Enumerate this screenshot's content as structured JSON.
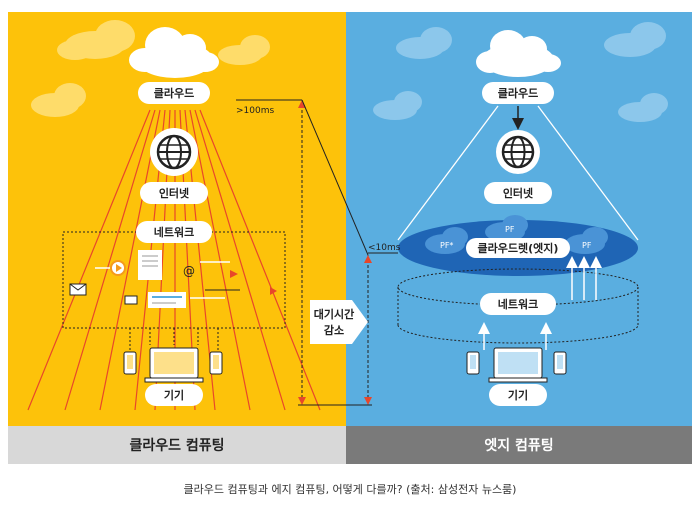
{
  "left_panel": {
    "cloud_label": "클라우드",
    "internet_label": "인터넷",
    "network_label": "네트워크",
    "device_label": "기기",
    "latency": ">100ms",
    "footer": "클라우드 컴퓨팅",
    "colors": {
      "background": "#FDC20A",
      "footer_bg": "#D8D8D8",
      "rays": "#E8472A"
    }
  },
  "middle": {
    "reduce_label_line1": "대기시간",
    "reduce_label_line2": "감소"
  },
  "right_panel": {
    "cloud_label": "클라우드",
    "internet_label": "인터넷",
    "cloudlet_label": "클라우드렛(엣지)",
    "pf_labels": [
      "PF*",
      "PF",
      "PF"
    ],
    "network_label": "네트워크",
    "device_label": "기기",
    "latency": "<10ms",
    "footer": "엣지 컴퓨팅",
    "colors": {
      "background": "#5AAEE0",
      "footer_bg": "#7A7A7A",
      "cloudlet": "#1F65B5"
    }
  },
  "caption": "클라우드 컴퓨팅과 에지 컴퓨팅, 어떻게 다를까? (출처: 삼성전자 뉴스룸)"
}
